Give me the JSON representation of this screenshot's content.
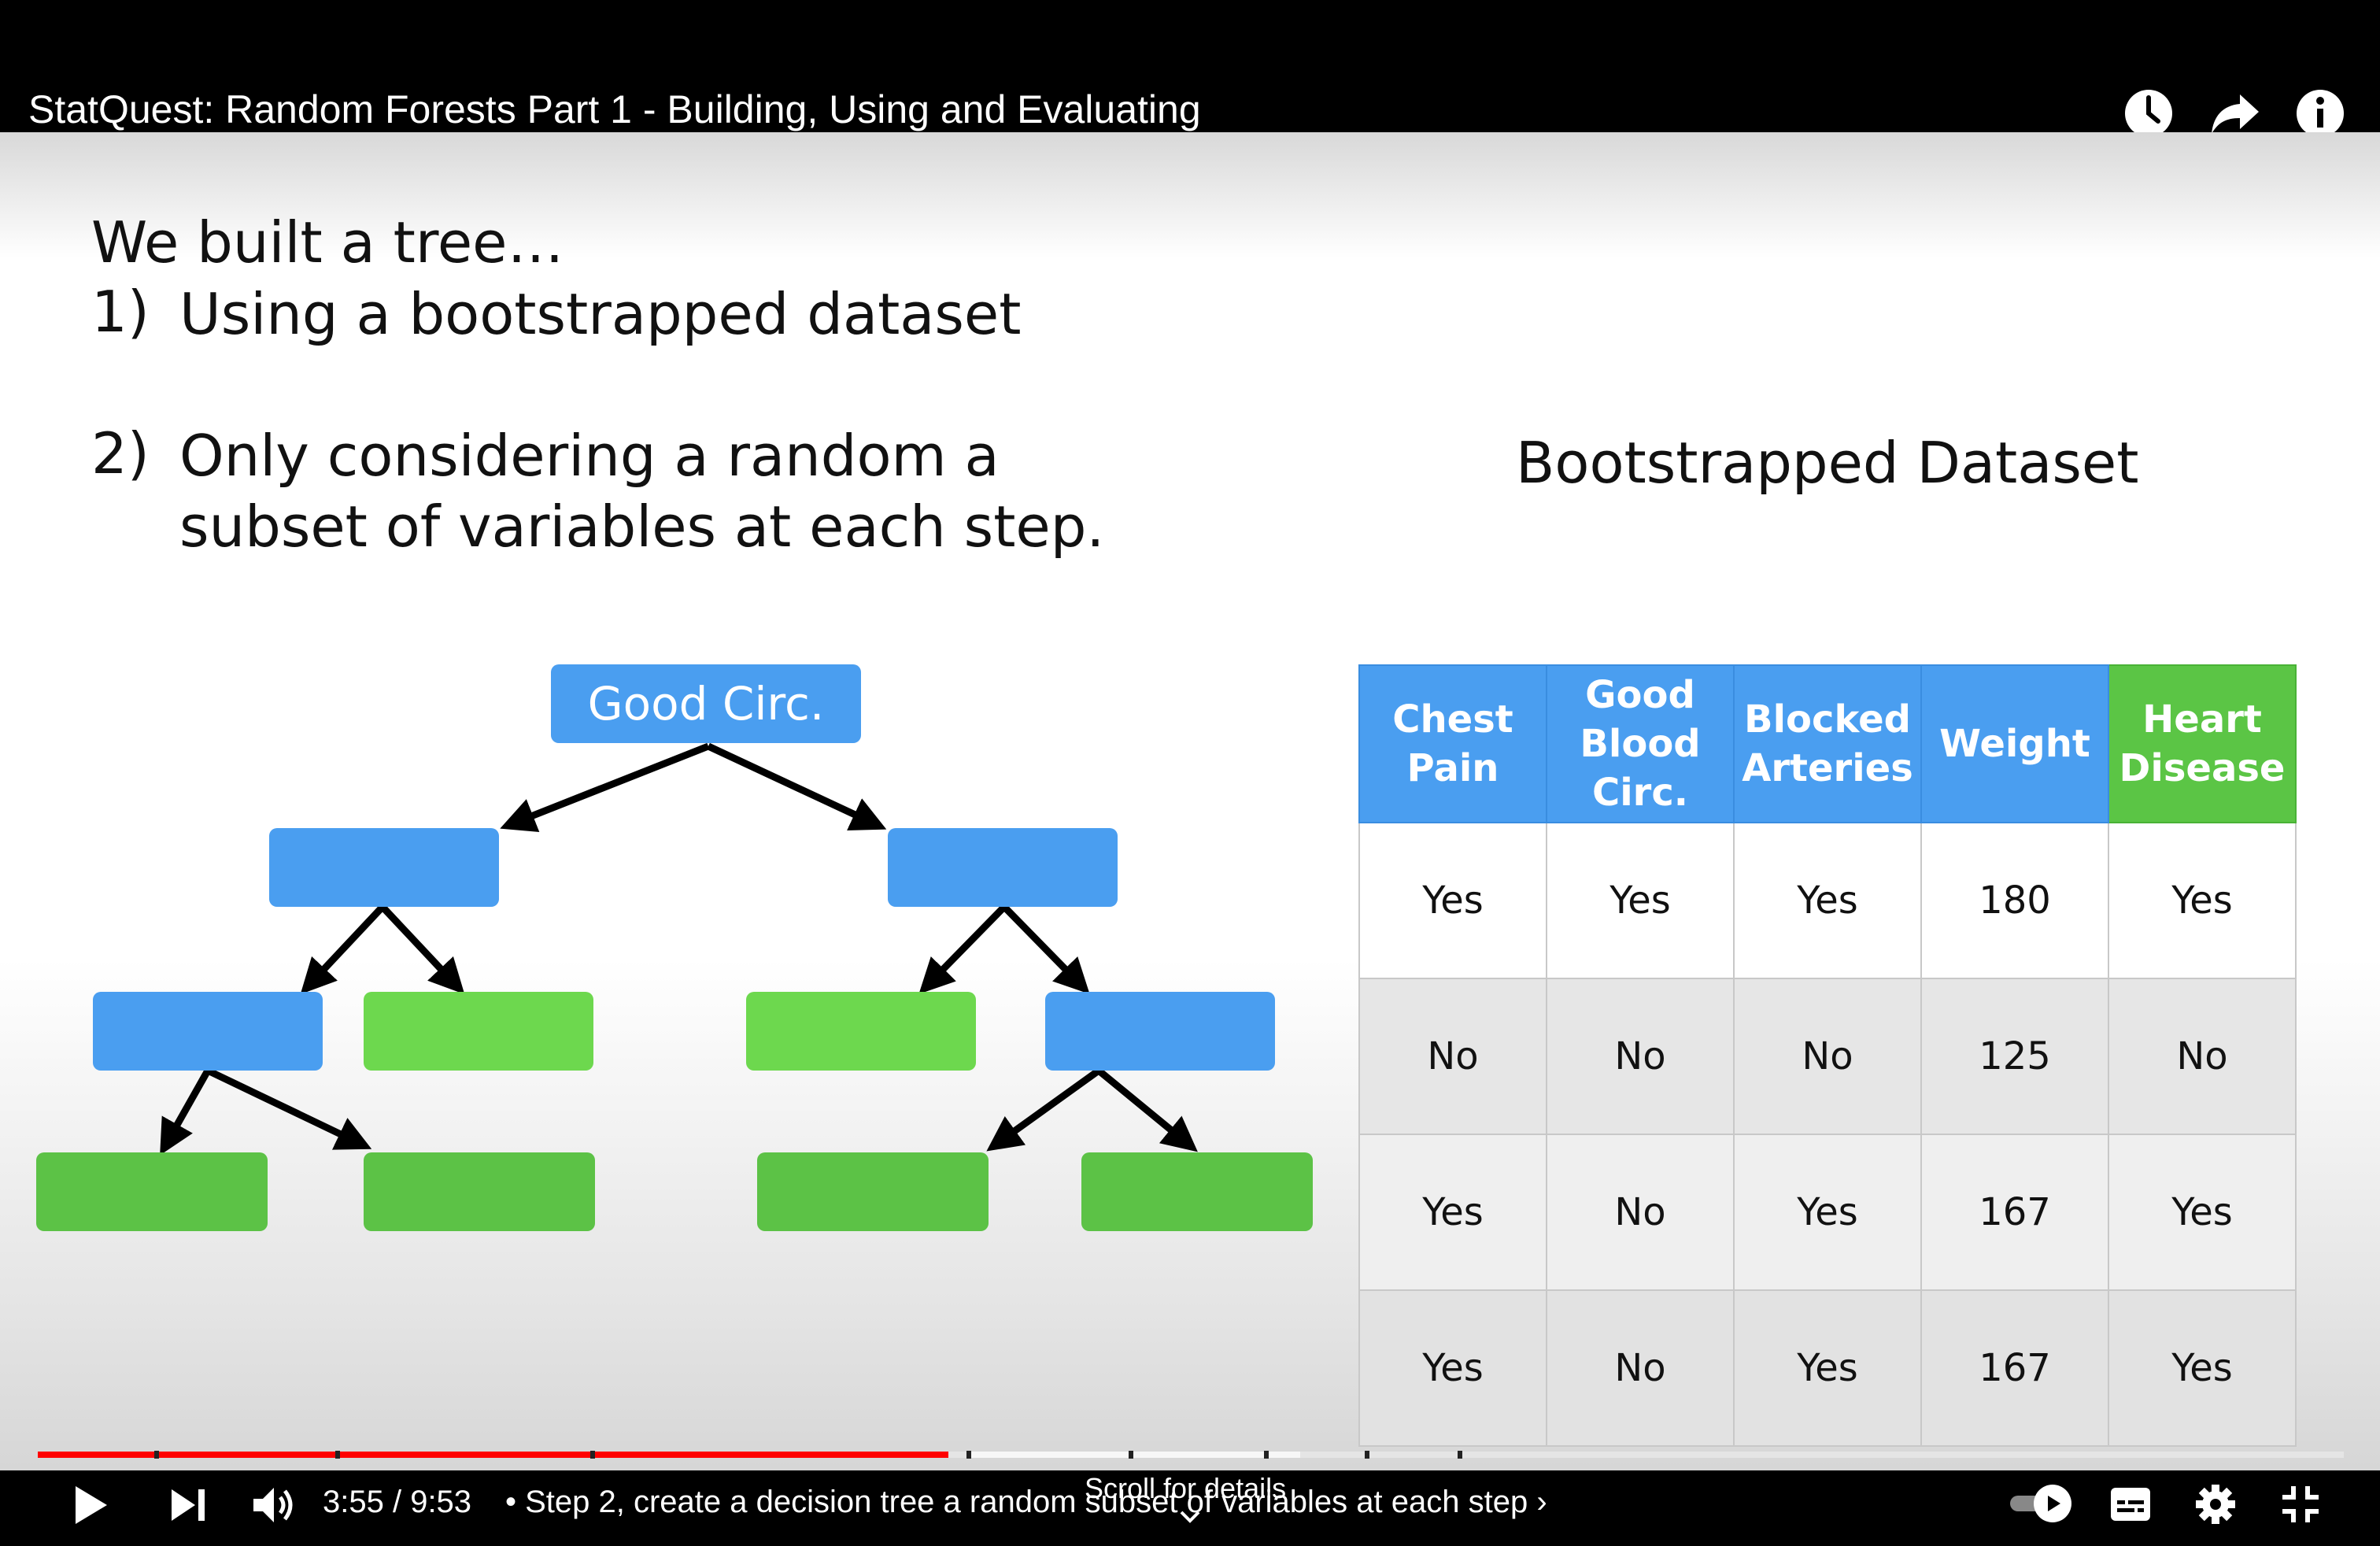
{
  "video": {
    "title": "StatQuest: Random Forests Part 1 - Building, Using and Evaluating"
  },
  "top_icons": [
    "watch-later-icon",
    "share-icon",
    "info-icon"
  ],
  "slide": {
    "headline": "We built a tree…",
    "points": [
      {
        "num": "1)",
        "text": "Using a bootstrapped dataset"
      },
      {
        "num": "2)",
        "text_line1": "Only considering a random a",
        "text_line2": "subset of variables at each step."
      }
    ],
    "tree_root_label": "Good Circ.",
    "dataset_title": "Bootstrapped Dataset",
    "table": {
      "headers": [
        "Chest Pain",
        "Good Blood Circ.",
        "Blocked Arteries",
        "Weight",
        "Heart Disease"
      ],
      "rows": [
        [
          "Yes",
          "Yes",
          "Yes",
          "180",
          "Yes"
        ],
        [
          "No",
          "No",
          "No",
          "125",
          "No"
        ],
        [
          "Yes",
          "No",
          "Yes",
          "167",
          "Yes"
        ],
        [
          "Yes",
          "No",
          "Yes",
          "167",
          "Yes"
        ]
      ]
    }
  },
  "player": {
    "time": "3:55 / 9:53",
    "chapter": "• Step 2, create a decision tree a random subset of variables at each step ›",
    "scroll_hint": "Scroll for details",
    "progress_fraction": 0.395,
    "colors": {
      "played": "#ff0000",
      "blue_node": "#4a9ef0",
      "green_node": "#6dd84e"
    }
  }
}
